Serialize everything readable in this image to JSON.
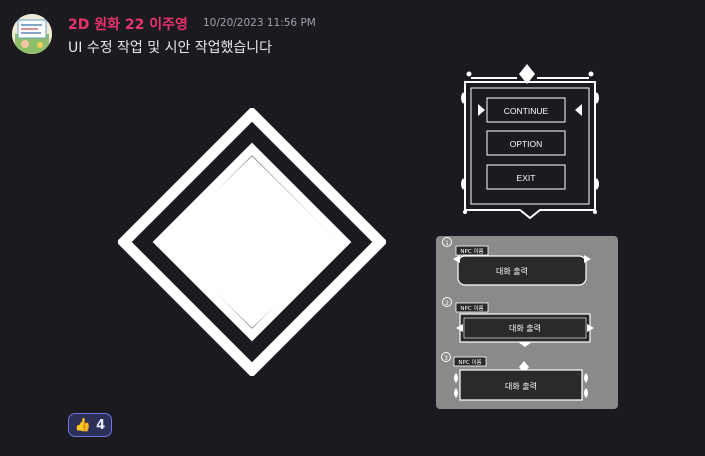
{
  "message": {
    "author": "2D 원화 22 이주영",
    "timestamp": "10/20/2023 11:56 PM",
    "text": "UI 수정 작업 및 시안 작업했습니다"
  },
  "menu_mockup": {
    "buttons": [
      "CONTINUE",
      "OPTION",
      "EXIT"
    ]
  },
  "dialogue_sheet": {
    "panels": [
      {
        "number": "1",
        "tag": "NPC 이름",
        "text": "대화 출력"
      },
      {
        "number": "2",
        "tag": "NPC 이름",
        "text": "대화 출력"
      },
      {
        "number": "3",
        "tag": "NPC 이름",
        "text": "대화 출력"
      }
    ]
  },
  "reaction": {
    "emoji": "thumbs-up-icon",
    "glyph": "👍",
    "count": "4"
  },
  "colors": {
    "background": "#1b1a20",
    "author": "#e8336b",
    "reaction_border": "#6f74e0"
  }
}
